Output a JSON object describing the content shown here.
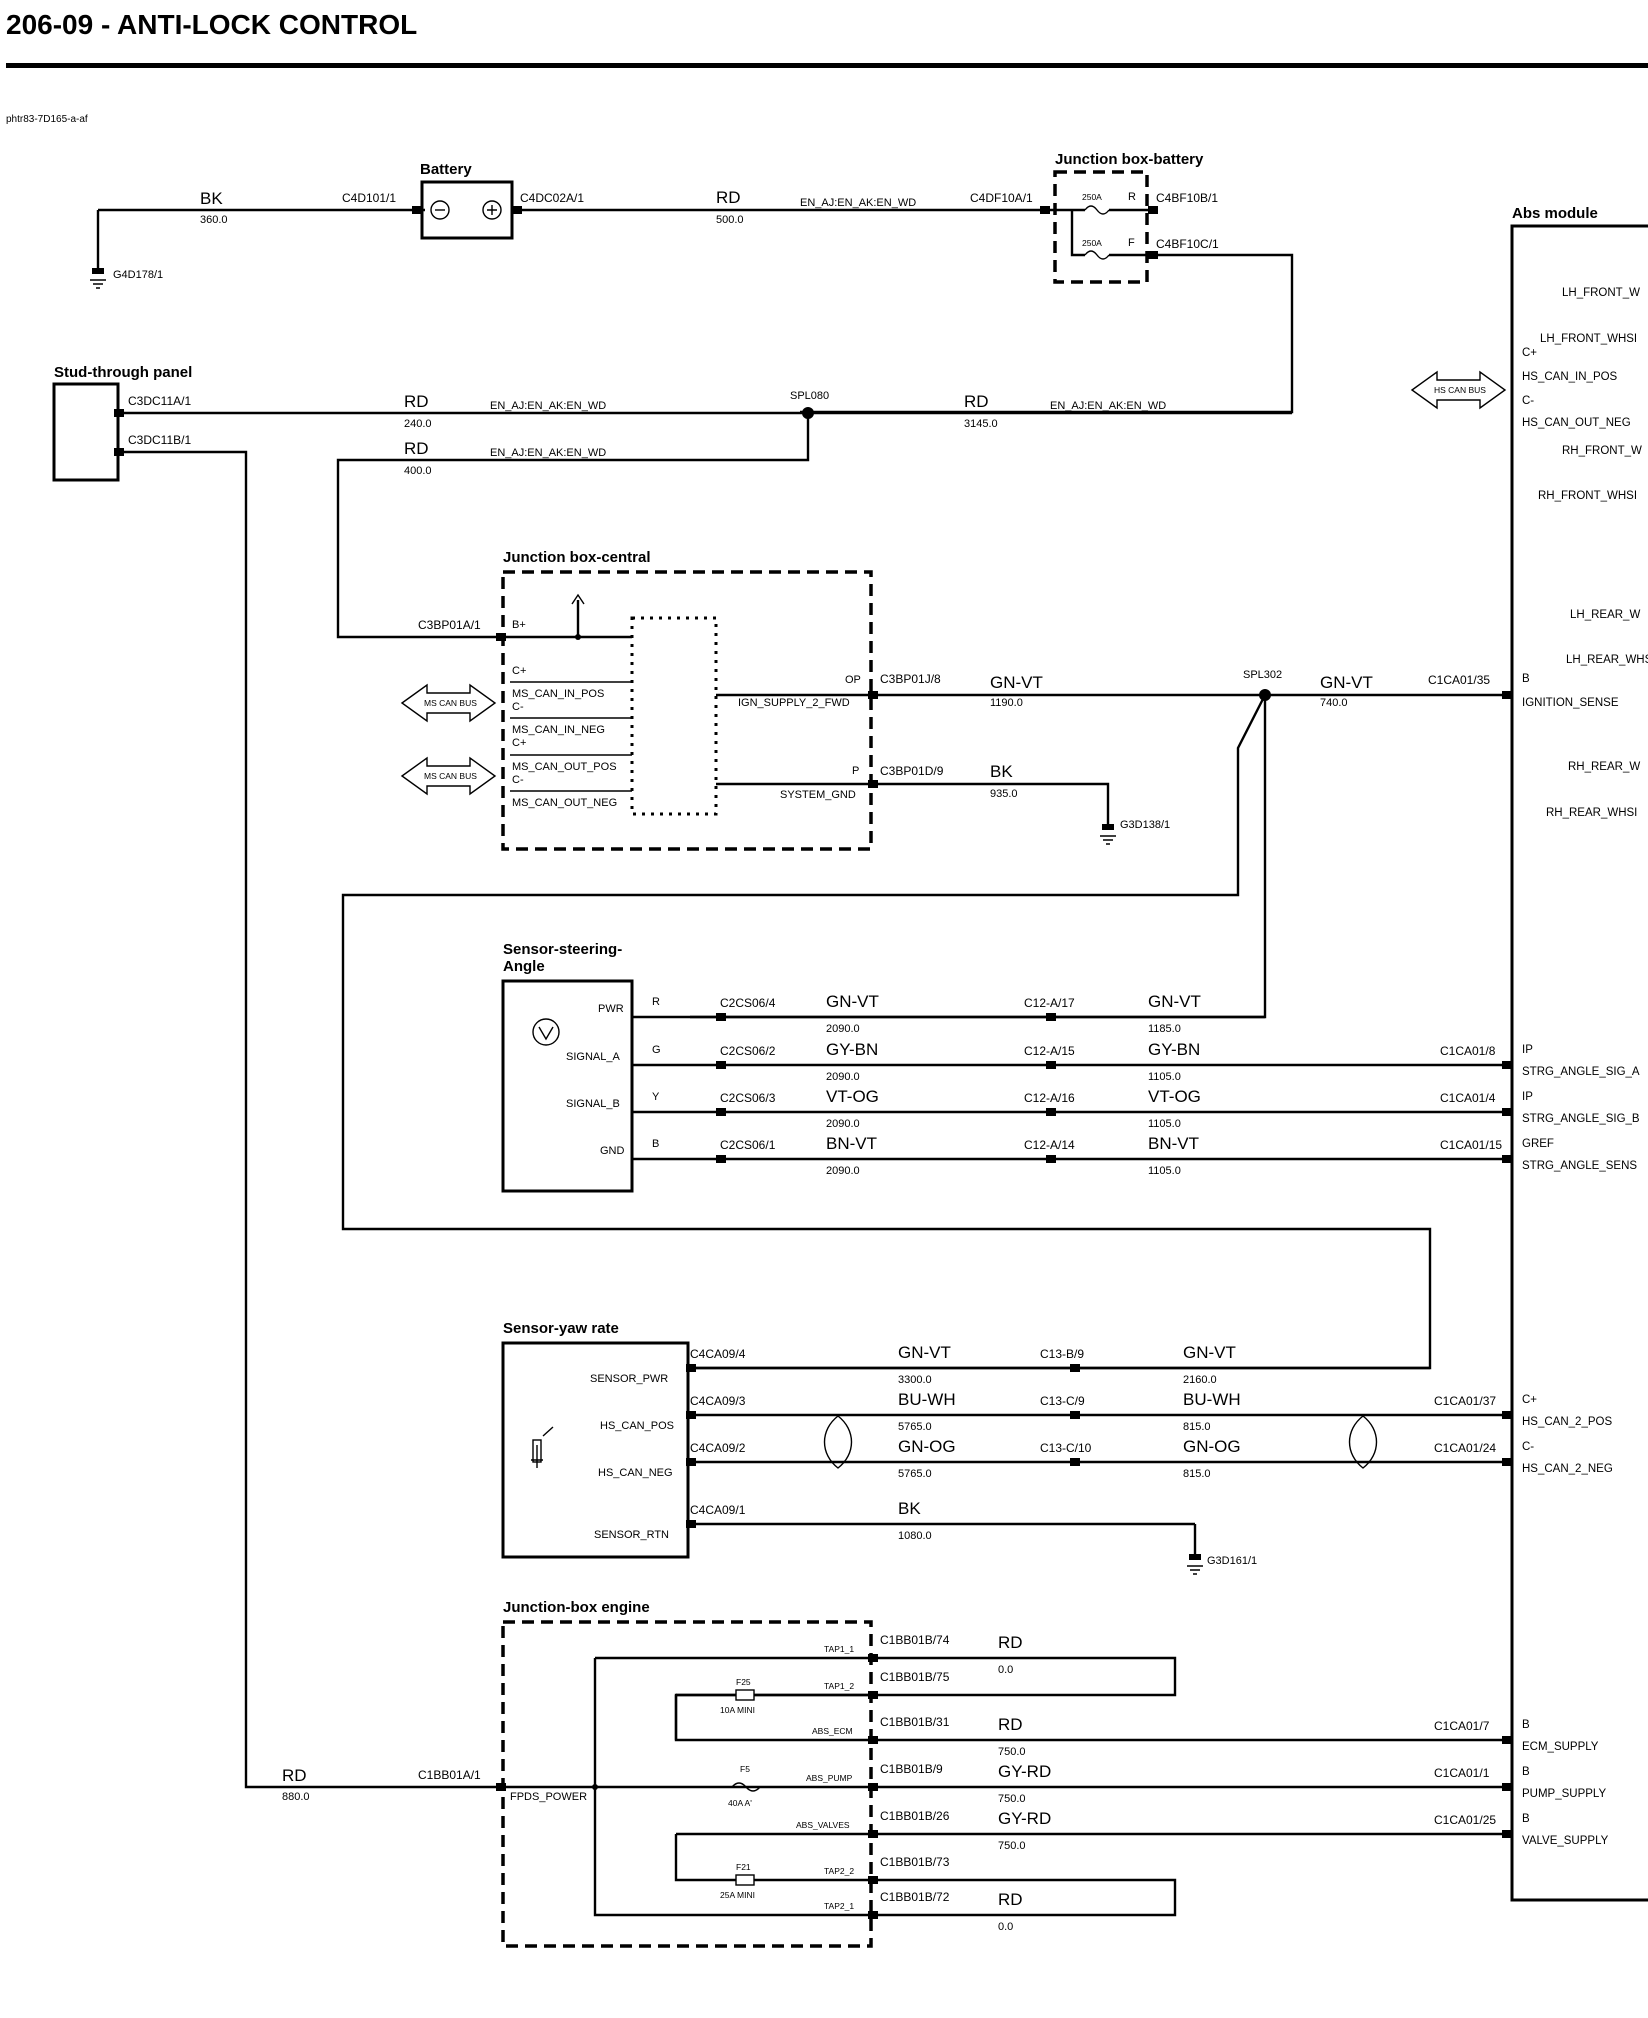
{
  "title": "206-09 - ANTI-LOCK CONTROL",
  "ref": "phtr83-7D165-a-af",
  "components": {
    "battery": "Battery",
    "jb_battery": "Junction box-battery",
    "abs_module": "Abs module",
    "stud_panel": "Stud-through panel",
    "jb_central": "Junction box-central",
    "steering_sensor_1": "Sensor-steering-",
    "steering_sensor_2": "Angle",
    "yaw_sensor": "Sensor-yaw rate",
    "jb_engine": "Junction-box engine"
  },
  "top": {
    "bk": "BK",
    "bk_len": "360.0",
    "ground": "G4D178/1",
    "c4d101": "C4D101/1",
    "c4dc02a": "C4DC02A/1",
    "rd1": "RD",
    "rd1_len": "500.0",
    "rd1_circ": "EN_AJ:EN_AK:EN_WD",
    "c4df10a": "C4DF10A/1",
    "fuse_r": "250A",
    "fuse_f": "250A",
    "pin_r": "R",
    "pin_f": "F",
    "c4bf10b": "C4BF10B/1",
    "c4bf10c": "C4BF10C/1"
  },
  "stud": {
    "c3dc11a": "C3DC11A/1",
    "c3dc11b": "C3DC11B/1",
    "rd_a": "RD",
    "rd_a_len": "240.0",
    "rd_a_circ": "EN_AJ:EN_AK:EN_WD",
    "spl080": "SPL080",
    "rd_b": "RD",
    "rd_b_len": "3145.0",
    "rd_b_circ": "EN_AJ:EN_AK:EN_WD",
    "rd_c": "RD",
    "rd_c_len": "400.0",
    "rd_c_circ": "EN_AJ:EN_AK:EN_WD"
  },
  "abs_labels": [
    "LH_FRONT_W",
    "LH_FRONT_WHSI",
    "C+",
    "HS_CAN_IN_POS",
    "C-",
    "HS_CAN_OUT_NEG",
    "RH_FRONT_W",
    "RH_FRONT_WHSI",
    "LH_REAR_W",
    "LH_REAR_WHSI",
    "B",
    "IGNITION_SENSE",
    "RH_REAR_W",
    "RH_REAR_WHSI"
  ],
  "hs_can_bus": "HS CAN BUS",
  "central": {
    "c3bp01a": "C3BP01A/1",
    "bplus": "B+",
    "cplus1": "C+",
    "ms_can_in_pos": "MS_CAN_IN_POS",
    "cminus1": "C-",
    "ms_can_in_neg": "MS_CAN_IN_NEG",
    "cplus2": "C+",
    "ms_can_out_pos": "MS_CAN_OUT_POS",
    "cminus2": "C-",
    "ms_can_out_neg": "MS_CAN_OUT_NEG",
    "ms_can_bus_1": "MS CAN BUS",
    "ms_can_bus_2": "MS CAN BUS",
    "op": "OP",
    "ign_supply": "IGN_SUPPLY_2_FWD",
    "c3bp01j": "C3BP01J/8",
    "gnvt1": "GN-VT",
    "gnvt1_len": "1190.0",
    "spl302": "SPL302",
    "gnvt2": "GN-VT",
    "gnvt2_len": "740.0",
    "c1ca01_35": "C1CA01/35",
    "p": "P",
    "system_gnd": "SYSTEM_GND",
    "c3bp01d": "C3BP01D/9",
    "bk": "BK",
    "bk_len": "935.0",
    "ground": "G3D138/1"
  },
  "steering": {
    "pins": [
      "PWR",
      "SIGNAL_A",
      "SIGNAL_B",
      "GND"
    ],
    "letters": [
      "R",
      "G",
      "Y",
      "B"
    ],
    "connectors": [
      "C2CS06/4",
      "C2CS06/2",
      "C2CS06/3",
      "C2CS06/1"
    ],
    "colors1": [
      "GN-VT",
      "GY-BN",
      "VT-OG",
      "BN-VT"
    ],
    "lens1": [
      "2090.0",
      "2090.0",
      "2090.0",
      "2090.0"
    ],
    "inline": [
      "C12-A/17",
      "C12-A/15",
      "C12-A/16",
      "C12-A/14"
    ],
    "colors2": [
      "GN-VT",
      "GY-BN",
      "VT-OG",
      "BN-VT"
    ],
    "lens2": [
      "1185.0",
      "1105.0",
      "1105.0",
      "1105.0"
    ],
    "abs_conn": [
      "C1CA01/8",
      "C1CA01/4",
      "C1CA01/15"
    ],
    "abs_pin_type": [
      "IP",
      "IP",
      "GREF"
    ],
    "abs_sig": [
      "STRG_ANGLE_SIG_A",
      "STRG_ANGLE_SIG_B",
      "STRG_ANGLE_SENS"
    ]
  },
  "yaw": {
    "pins": [
      "SENSOR_PWR",
      "HS_CAN_POS",
      "HS_CAN_NEG",
      "SENSOR_RTN"
    ],
    "connectors": [
      "C4CA09/4",
      "C4CA09/3",
      "C4CA09/2",
      "C4CA09/1"
    ],
    "colors1": [
      "GN-VT",
      "BU-WH",
      "GN-OG",
      "BK"
    ],
    "lens1": [
      "3300.0",
      "5765.0",
      "5765.0",
      "1080.0"
    ],
    "inline": [
      "C13-B/9",
      "C13-C/9",
      "C13-C/10"
    ],
    "colors2": [
      "GN-VT",
      "BU-WH",
      "GN-OG"
    ],
    "lens2": [
      "2160.0",
      "815.0",
      "815.0"
    ],
    "abs_conn": [
      "C1CA01/37",
      "C1CA01/24"
    ],
    "abs_pin_type": [
      "C+",
      "C-"
    ],
    "abs_sig": [
      "HS_CAN_2_POS",
      "HS_CAN_2_NEG"
    ],
    "ground": "G3D161/1"
  },
  "engine": {
    "rd": "RD",
    "rd_len": "880.0",
    "c1bb01a": "C1BB01A/1",
    "fpds": "FPDS_POWER",
    "taps": [
      "TAP1_1",
      "TAP1_2",
      "ABS_ECM",
      "ABS_PUMP",
      "ABS_VALVES",
      "TAP2_2",
      "TAP2_1"
    ],
    "connectors": [
      "C1BB01B/74",
      "C1BB01B/75",
      "C1BB01B/31",
      "C1BB01B/9",
      "C1BB01B/26",
      "C1BB01B/73",
      "C1BB01B/72"
    ],
    "f25": "F25",
    "f25_rating": "10A MINI",
    "f5": "F5",
    "f5_rating": "40A A'",
    "f21": "F21",
    "f21_rating": "25A MINI",
    "colors": [
      "RD",
      "RD",
      "GY-RD",
      "GY-RD",
      "RD"
    ],
    "lens": [
      "0.0",
      "750.0",
      "750.0",
      "750.0",
      "0.0"
    ],
    "abs_conn": [
      "C1CA01/7",
      "C1CA01/1",
      "C1CA01/25"
    ],
    "abs_pin_type": [
      "B",
      "B",
      "B"
    ],
    "abs_sig": [
      "ECM_SUPPLY",
      "PUMP_SUPPLY",
      "VALVE_SUPPLY"
    ]
  }
}
